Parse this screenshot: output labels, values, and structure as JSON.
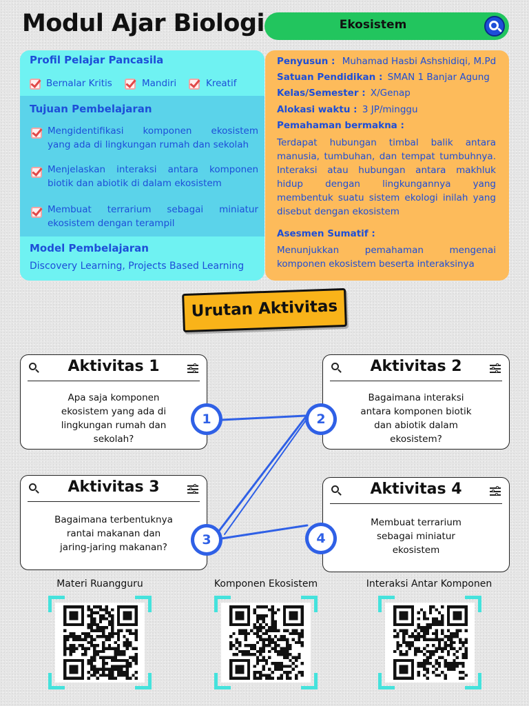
{
  "header": {
    "title": "Modul Ajar Biologi",
    "topic": "Ekosistem"
  },
  "left_panel": {
    "profil": {
      "title": "Profil Pelajar Pancasila",
      "items": [
        "Bernalar Kritis",
        "Mandiri",
        "Kreatif"
      ]
    },
    "tujuan": {
      "title": "Tujuan Pembelajaran",
      "goals": [
        {
          "line1": "Mengidentifikasi komponen ekosistem",
          "line2": "yang ada di lingkungan rumah dan sekolah"
        },
        {
          "line1": "Menjelaskan interaksi antara komponen",
          "line2": "biotik dan abiotik di dalam ekosistem"
        },
        {
          "line1": "Membuat terrarium sebagai miniatur",
          "line2": "ekosistem dengan terampil"
        }
      ]
    },
    "model": {
      "title": "Model Pembelajaran",
      "text": "Discovery Learning, Projects Based Learning"
    }
  },
  "right_panel": {
    "penyusun": {
      "label": "Penyusun :",
      "value": "Muhamad Hasbi Ashshidiqi, M.Pd"
    },
    "satuan": {
      "label": "Satuan Pendidikan :",
      "value": "SMAN 1 Banjar Agung"
    },
    "kelas": {
      "label": "Kelas/Semester :",
      "value": "X/Genap"
    },
    "alokasi": {
      "label": "Alokasi waktu :",
      "value": "3 JP/minggu"
    },
    "pemahaman": {
      "label": "Pemahaman bermakna :",
      "lines": [
        "Terdapat hubungan timbal balik antara",
        "manusia, tumbuhan, dan tempat tumbuhnya.",
        "Interaksi atau hubungan antara makhluk",
        "hidup dengan lingkungannya yang",
        "membentuk suatu sistem ekologi inilah yang",
        "disebut dengan ekosistem"
      ]
    },
    "asesmen": {
      "label": "Asesmen Sumatif :",
      "lines": [
        "Menunjukkan pemahaman mengenai",
        "komponen ekosistem beserta interaksinya"
      ]
    }
  },
  "urutan": {
    "label": "Urutan Aktivitas"
  },
  "activities": [
    {
      "title": "Aktivitas 1",
      "number": "1",
      "question": [
        "Apa saja komponen",
        "ekosistem yang ada di",
        "lingkungan rumah dan",
        "sekolah?"
      ]
    },
    {
      "title": "Aktivitas 2",
      "number": "2",
      "question": [
        "Bagaimana interaksi",
        "antara komponen biotik",
        "dan abiotik dalam",
        "ekosistem?"
      ]
    },
    {
      "title": "Aktivitas 3",
      "number": "3",
      "question": [
        "Bagaimana terbentuknya",
        "rantai makanan dan",
        "jaring-jaring makanan?"
      ]
    },
    {
      "title": "Aktivitas 4",
      "number": "4",
      "question": [
        "Membuat terrarium",
        "sebagai miniatur",
        "ekosistem"
      ]
    }
  ],
  "qr_codes": [
    {
      "label": "Materi Ruangguru"
    },
    {
      "label": "Komponen Ekosistem"
    },
    {
      "label": "Interaksi Antar Komponen"
    }
  ],
  "colors": {
    "accent_blue": "#2f60e6",
    "topic_green": "#22c55e",
    "left_panel_cyan": "#5fe3f0",
    "right_panel_orange": "#fdbb5b",
    "urutan_yellow": "#f9b319",
    "qr_frame_teal": "#45e2dc"
  }
}
